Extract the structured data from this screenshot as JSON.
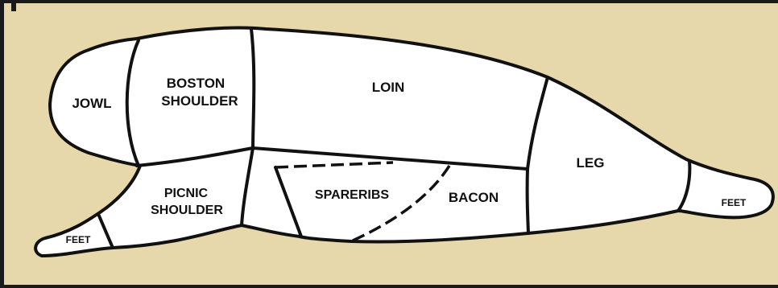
{
  "colors": {
    "background": "#e6d8ab",
    "frame": "#1a1a1a",
    "cut_fill": "#ffffff",
    "outline": "#111111"
  },
  "cuts": {
    "jowl": "JOWL",
    "boston_shoulder": [
      "BOSTON",
      "SHOULDER"
    ],
    "loin": "LOIN",
    "leg": "LEG",
    "picnic_shoulder": [
      "PICNIC",
      "SHOULDER"
    ],
    "spareribs": "SPARERIBS",
    "bacon": "BACON",
    "front_feet": "FEET",
    "hind_feet": "FEET"
  }
}
